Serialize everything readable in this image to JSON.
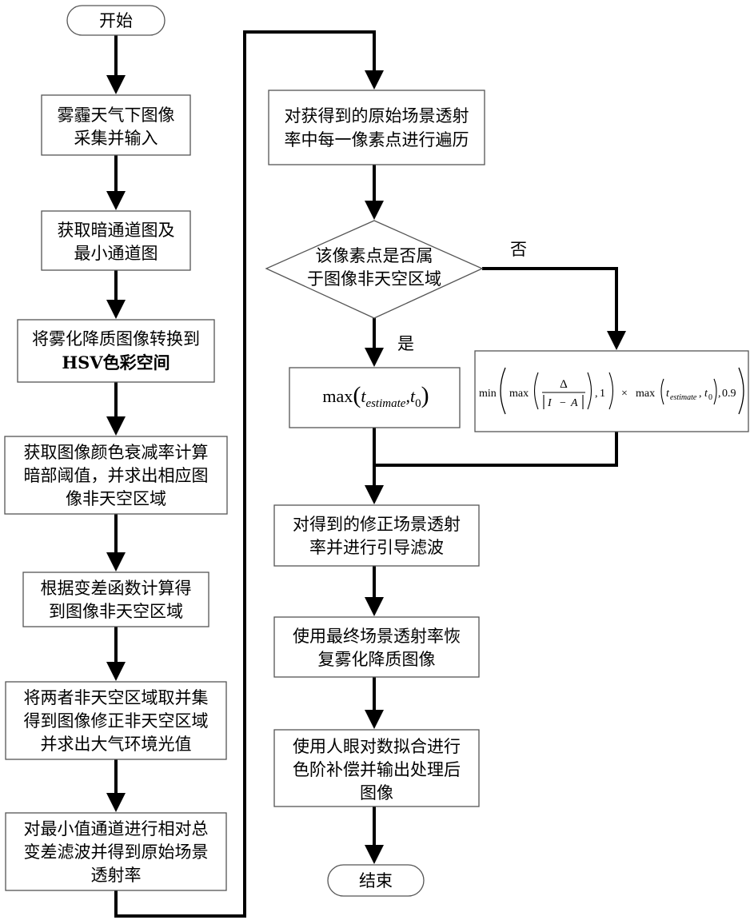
{
  "nodes": {
    "start": "开始",
    "capture": [
      "雾霾天气下图像",
      "采集并输入"
    ],
    "dark_channel": [
      "获取暗通道图及",
      "最小通道图"
    ],
    "hsv": [
      "将雾化降质图像转换到",
      "HSV色彩空间"
    ],
    "attenuation": [
      "获取图像颜色衰减率计算",
      "暗部阈值，并求出相应图",
      "像非天空区域"
    ],
    "variance": [
      "根据变差函数计算得",
      "到图像非天空区域"
    ],
    "union": [
      "将两者非天空区域取并集",
      "得到图像修正非天空区域",
      "并求出大气环境光值"
    ],
    "tv_filter": [
      "对最小值通道进行相对总",
      "变差滤波并得到原始场景",
      "透射率"
    ],
    "traverse": [
      "对获得到的原始场景透射",
      "率中每一像素点进行遍历"
    ],
    "decision": [
      "该像素点是否属",
      "于图像非天空区域"
    ],
    "yes_formula": {
      "func": "max",
      "t_sub": "estimate",
      "t0_sub": "0"
    },
    "no_formula": {
      "min": "min",
      "max": "max",
      "delta": "Δ",
      "I": "I",
      "A": "A",
      "one": "1",
      "times": "×",
      "t_sub": "estimate",
      "t0_sub": "0",
      "limit": "0.9"
    },
    "guided_filter": [
      "对得到的修正场景透射",
      "率并进行引导滤波"
    ],
    "restore": [
      "使用最终场景透射率恢",
      "复雾化降质图像"
    ],
    "tone": [
      "使用人眼对数拟合进行",
      "色阶补偿并输出处理后",
      "图像"
    ],
    "end": "结束"
  },
  "labels": {
    "yes": "是",
    "no": "否"
  }
}
